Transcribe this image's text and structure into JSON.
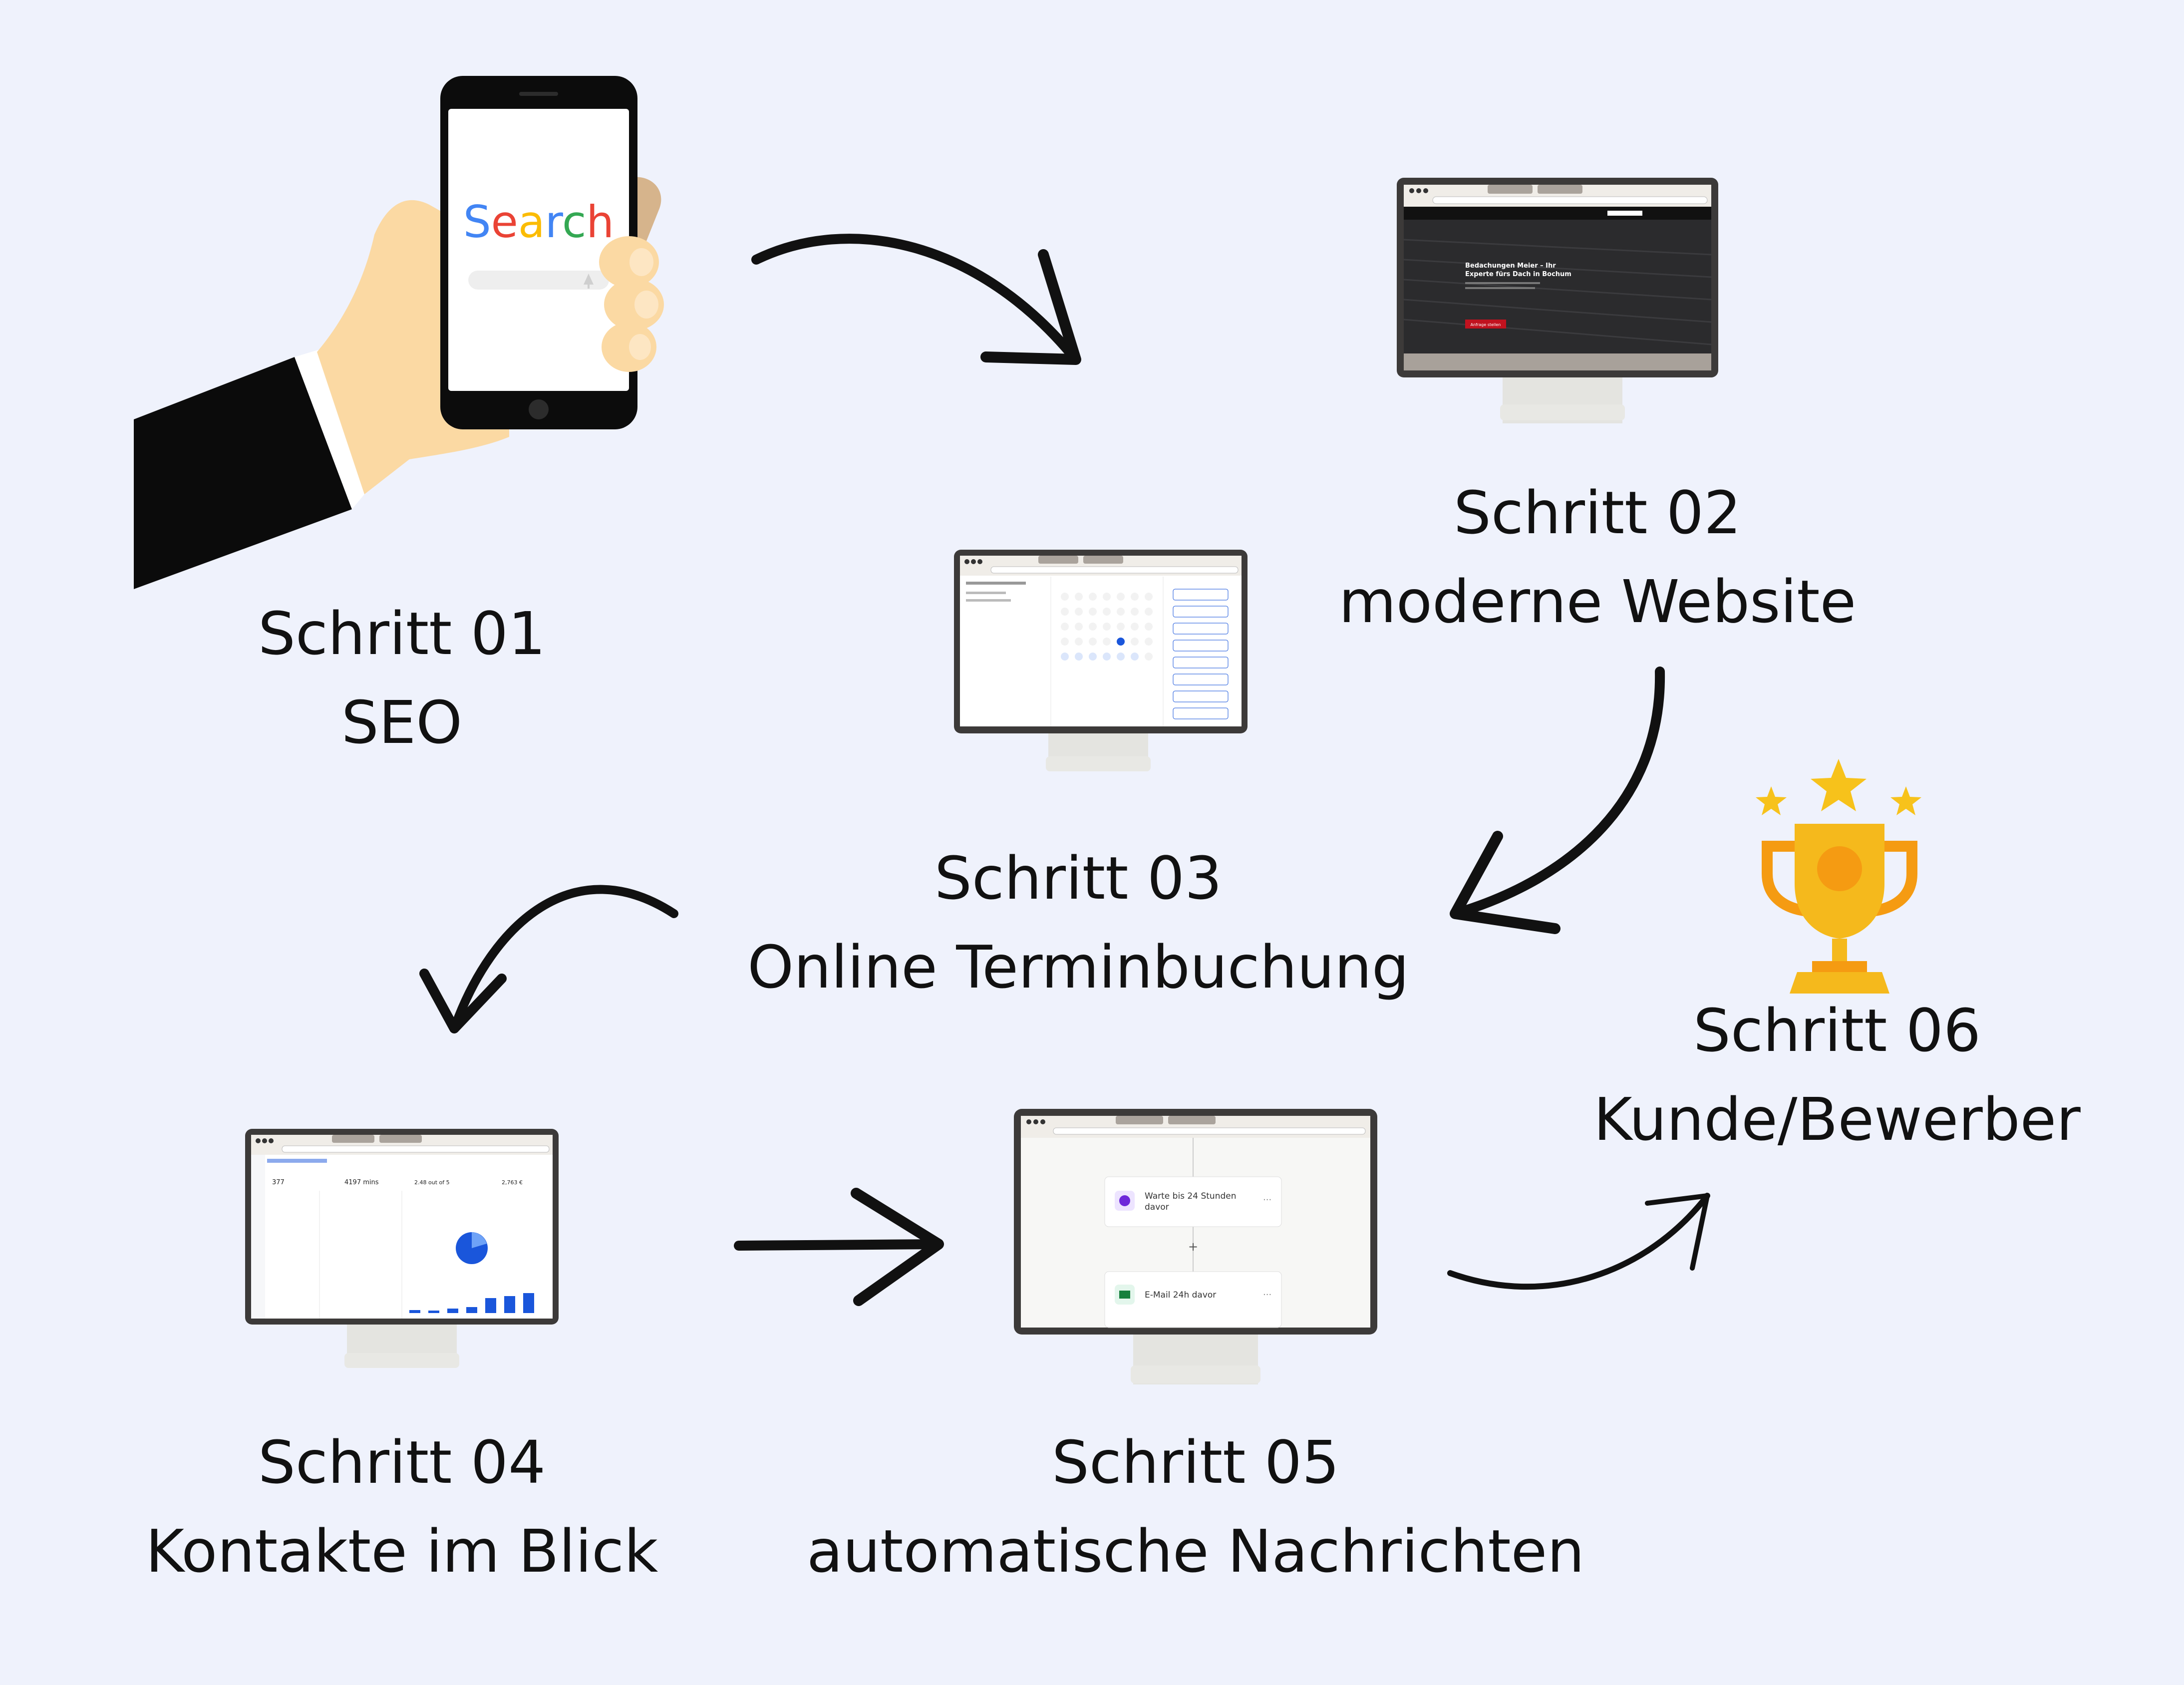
{
  "steps": [
    {
      "title": "Schritt 01",
      "subtitle": "SEO"
    },
    {
      "title": "Schritt 02",
      "subtitle": "moderne Website"
    },
    {
      "title": "Schritt 03",
      "subtitle": "Online Terminbuchung"
    },
    {
      "title": "Schritt 04",
      "subtitle": "Kontakte im Blick"
    },
    {
      "title": "Schritt 05",
      "subtitle": "automatische Nachrichten"
    },
    {
      "title": "Schritt 06",
      "subtitle": "Kunde/Bewerber"
    }
  ],
  "phone": {
    "search_word": [
      "S",
      "e",
      "a",
      "r",
      "c",
      "h"
    ],
    "search_colors": [
      "#4285f4",
      "#ea4335",
      "#fbbc05",
      "#4285f4",
      "#34a853",
      "#ea4335"
    ]
  },
  "website": {
    "hero_line1": "Bedachungen Meier – Ihr",
    "hero_line2": "Experte fürs Dach in Bochum",
    "cta": "Anfrage stellen"
  },
  "dashboard": {
    "kpi_1": "377",
    "kpi_2": "4197 mins",
    "kpi_3": "2.48 out of 5",
    "kpi_4": "2,763 €"
  },
  "workflow": {
    "node_1": "Warte bis 24 Stunden",
    "node_1b": "davor",
    "node_2": "E-Mail 24h davor",
    "plus": "+"
  },
  "colors": {
    "background": "#eff2fc",
    "monitor_frame": "#3c3a39",
    "stand": "#e4e4e0",
    "arrow": "#111111",
    "accent_blue": "#1a56db",
    "trophy_gold": "#f5b91c",
    "trophy_orange": "#f59b12",
    "star": "#f7c21b"
  }
}
